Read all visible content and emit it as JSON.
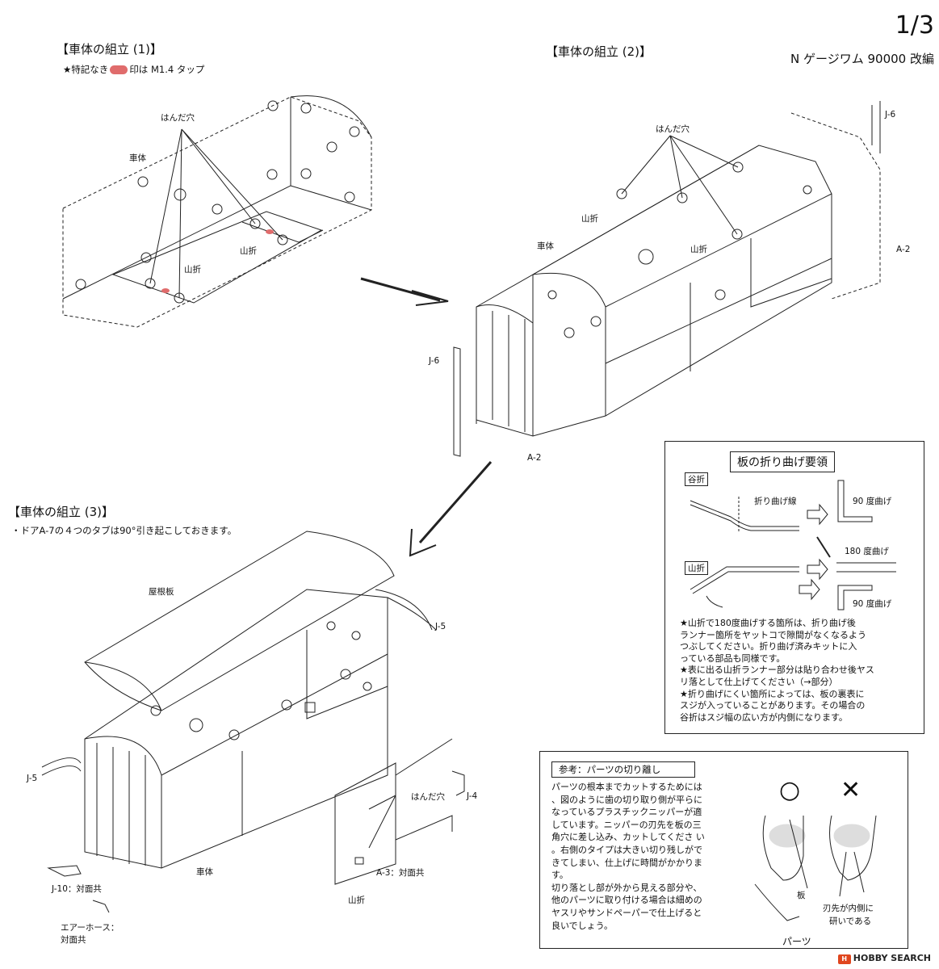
{
  "page": {
    "number": "1/3",
    "subtitle": "N ゲージワム 90000 改編"
  },
  "section1": {
    "title": "【車体の組立 (1)】",
    "note": "★特記なき",
    "note_rest": "印は M1.4 タップ",
    "labels": {
      "solder_hole": "はんだ穴",
      "body": "車体",
      "mountain_fold_a": "山折",
      "mountain_fold_b": "山折"
    },
    "marker_color": "#e06c6c"
  },
  "section2": {
    "title": "【車体の組立 (2)】",
    "labels": {
      "solder_hole": "はんだ穴",
      "body": "車体",
      "fold_a": "山折",
      "fold_b": "山折",
      "j6_top": "J-6",
      "j6_left": "J-6",
      "a2_right": "A-2",
      "a2_bottom": "A-2"
    }
  },
  "section3": {
    "title": "【車体の組立 (3)】",
    "note": "・ドアA-7の４つのタブは90°引き起こしておきます。",
    "labels": {
      "roof": "屋根板",
      "j5_right": "J-5",
      "j5_left": "J-5",
      "j4": "J-4",
      "solder_hole": "はんだ穴",
      "body": "車体",
      "a3": "A-3：対面共",
      "fold": "山折",
      "j10": "J-10：対面共",
      "air_hose": "エアーホース：",
      "air_hose_2": "対面共"
    }
  },
  "fold_guide": {
    "title": "板の折り曲げ要領",
    "valley": "谷折",
    "fold_line": "折り曲げ線",
    "deg90_top": "90 度曲げ",
    "mountain": "山折",
    "deg180": "180 度曲げ",
    "deg90_bottom": "90 度曲げ",
    "notes": [
      "★山折で180度曲げする箇所は、折り曲げ後",
      "ランナー箇所をヤットコで隙間がなくなるよう",
      "つぶしてください。折り曲げ済みキットに入",
      "っている部品も同様です。",
      "★表に出る山折ランナー部分は貼り合わせ後ヤス",
      "リ落として仕上げてください（→部分）",
      "★折り曲げにくい箇所によっては、板の裏表に",
      "スジが入っていることがあります。その場合の",
      "谷折はスジ幅の広い方が内側になります。"
    ]
  },
  "reference": {
    "title": "参考：パーツの切り離し",
    "body": [
      "パーツの根本までカットするためには",
      "、図のように歯の切り取り側が平らに",
      "なっているプラスチックニッパーが適",
      "しています。ニッパーの刃先を板の三",
      "角穴に差し込み、カットしてくださ い",
      "。右側のタイプは大きい切り残しがで",
      "きてしまい、仕上げに時間がかかりま",
      "す。",
      "切り落とし部が外から見える部分や、",
      "他のパーツに取り付ける場合は細めの",
      "ヤスリやサンドペーパーで仕上げると",
      "良いでしょう。"
    ],
    "good_mark": "○",
    "bad_mark": "✕",
    "plate": "板",
    "parts": "パーツ",
    "blade_note_1": "刃先が内側に",
    "blade_note_2": "研いである"
  },
  "watermark": {
    "icon": "H",
    "text": "HOBBY SEARCH"
  }
}
